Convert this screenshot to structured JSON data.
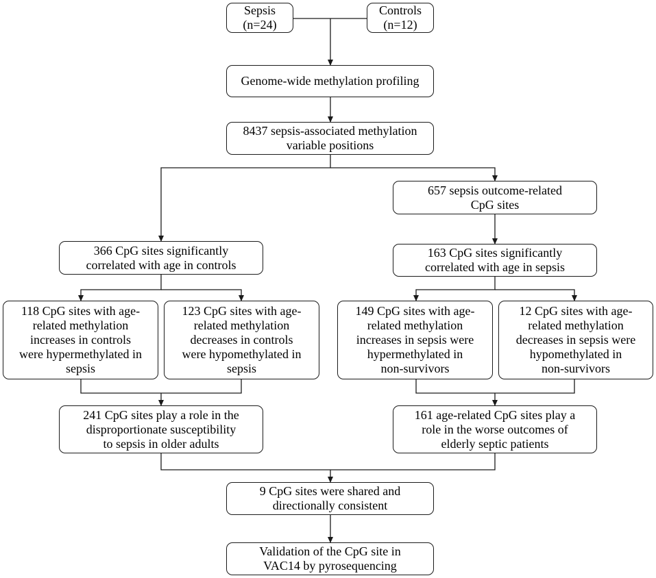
{
  "boxes": {
    "sepsis": "Sepsis\n(n=24)",
    "controls": "Controls\n(n=12)",
    "genome": "Genome-wide methylation profiling",
    "mvp": "8437 sepsis-associated methylation\nvariable positions",
    "outcome": "657 sepsis outcome-related\nCpG sites",
    "age_controls": "366 CpG sites significantly\ncorrelated with age in controls",
    "age_sepsis": "163 CpG sites significantly\ncorrelated with age in sepsis",
    "inc_controls": "118 CpG sites with age-\nrelated methylation\nincreases in controls\nwere hypermethylated in\nsepsis",
    "dec_controls": "123 CpG sites with age-\nrelated methylation\ndecreases in controls\nwere hypomethylated in\nsepsis",
    "inc_sepsis": "149 CpG sites with age-\nrelated methylation\nincreases in sepsis were\nhypermethylated in\nnon-survivors",
    "dec_sepsis": "12 CpG sites with age-\nrelated methylation\ndecreases in sepsis were\nhypomethylated in\nnon-survivors",
    "susceptibility": "241 CpG sites play a role in the\ndisproportionate susceptibility\nto sepsis in older adults",
    "outcomes": "161 age-related CpG sites play a\nrole in the worse outcomes of\nelderly septic patients",
    "shared": "9 CpG sites were shared and\ndirectionally consistent",
    "validation": "Validation of the CpG site in\nVAC14 by pyrosequencing"
  },
  "colors": {
    "line": "#1a1a1a",
    "text": "#000000",
    "background": "#ffffff"
  }
}
